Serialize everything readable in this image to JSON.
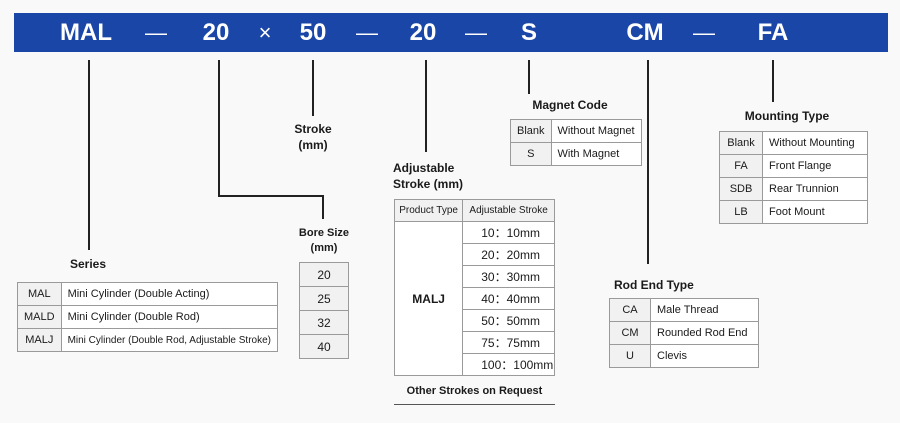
{
  "banner": {
    "codes": [
      {
        "text": "MAL",
        "kind": "code"
      },
      {
        "text": "—",
        "kind": "sep"
      },
      {
        "text": "20",
        "kind": "code"
      },
      {
        "text": "×",
        "kind": "sep"
      },
      {
        "text": "50",
        "kind": "code"
      },
      {
        "text": "—",
        "kind": "sep"
      },
      {
        "text": "20",
        "kind": "code"
      },
      {
        "text": "—",
        "kind": "sep"
      },
      {
        "text": "S",
        "kind": "code"
      },
      {
        "text": "CM",
        "kind": "code"
      },
      {
        "text": "—",
        "kind": "sep"
      },
      {
        "text": "FA",
        "kind": "code"
      }
    ]
  },
  "series": {
    "title": "Series",
    "rows": [
      {
        "code": "MAL",
        "desc": "Mini Cylinder (Double Acting)"
      },
      {
        "code": "MALD",
        "desc": "Mini Cylinder (Double Rod)"
      },
      {
        "code": "MALJ",
        "desc": "Mini Cylinder (Double Rod, Adjustable Stroke)"
      }
    ]
  },
  "bore": {
    "title_line1": "Bore Size",
    "title_line2": "(mm)",
    "values": [
      "20",
      "25",
      "32",
      "40"
    ]
  },
  "stroke": {
    "title_line1": "Stroke",
    "title_line2": "(mm)"
  },
  "adjustable": {
    "title_line1": "Adjustable",
    "title_line2": "Stroke (mm)",
    "header_product": "Product Type",
    "header_stroke": "Adjustable Stroke",
    "product": "MALJ",
    "rows": [
      "10：10mm",
      "20：20mm",
      "30：30mm",
      "40：40mm",
      "50：50mm",
      "75：75mm",
      "100：100mm"
    ],
    "footnote": "Other Strokes on Request"
  },
  "magnet": {
    "title": "Magnet Code",
    "rows": [
      {
        "code": "Blank",
        "desc": "Without Magnet"
      },
      {
        "code": "S",
        "desc": "With Magnet"
      }
    ]
  },
  "rod_end": {
    "title": "Rod End Type",
    "rows": [
      {
        "code": "CA",
        "desc": "Male Thread"
      },
      {
        "code": "CM",
        "desc": "Rounded Rod End"
      },
      {
        "code": "U",
        "desc": "Clevis"
      }
    ]
  },
  "mounting": {
    "title": "Mounting Type",
    "rows": [
      {
        "code": "Blank",
        "desc": "Without Mounting"
      },
      {
        "code": "FA",
        "desc": "Front Flange"
      },
      {
        "code": "SDB",
        "desc": "Rear Trunnion"
      },
      {
        "code": "LB",
        "desc": "Foot Mount"
      }
    ]
  }
}
